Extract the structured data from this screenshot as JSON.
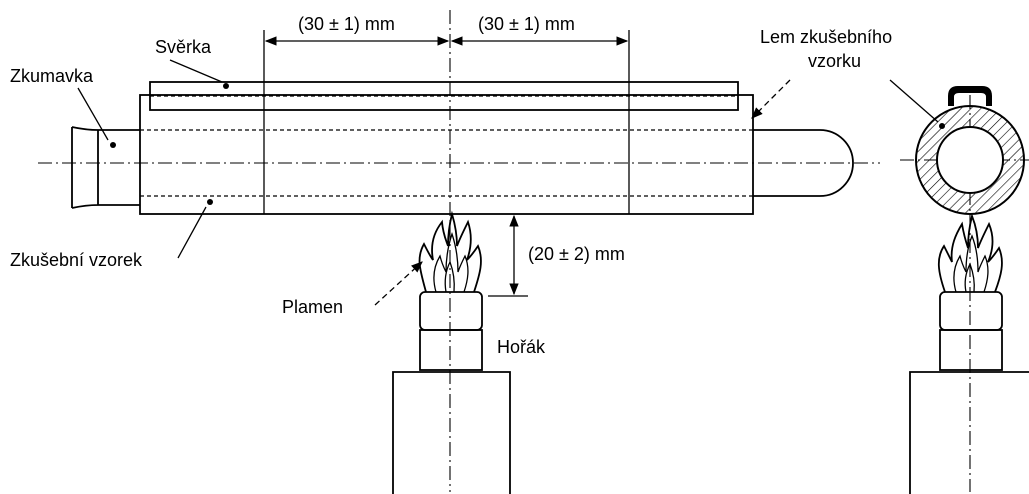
{
  "labels": {
    "tube": "Zkumavka",
    "clamp": "Svěrka",
    "specimen": "Zkušební vzorek",
    "flame": "Plamen",
    "burner": "Hořák",
    "edge_line1": "Lem zkušebního",
    "edge_line2": "vzorku",
    "dim_left": "(30 ± 1) mm",
    "dim_right": "(30 ± 1) mm",
    "dim_vertical": "(20 ± 2) mm"
  }
}
